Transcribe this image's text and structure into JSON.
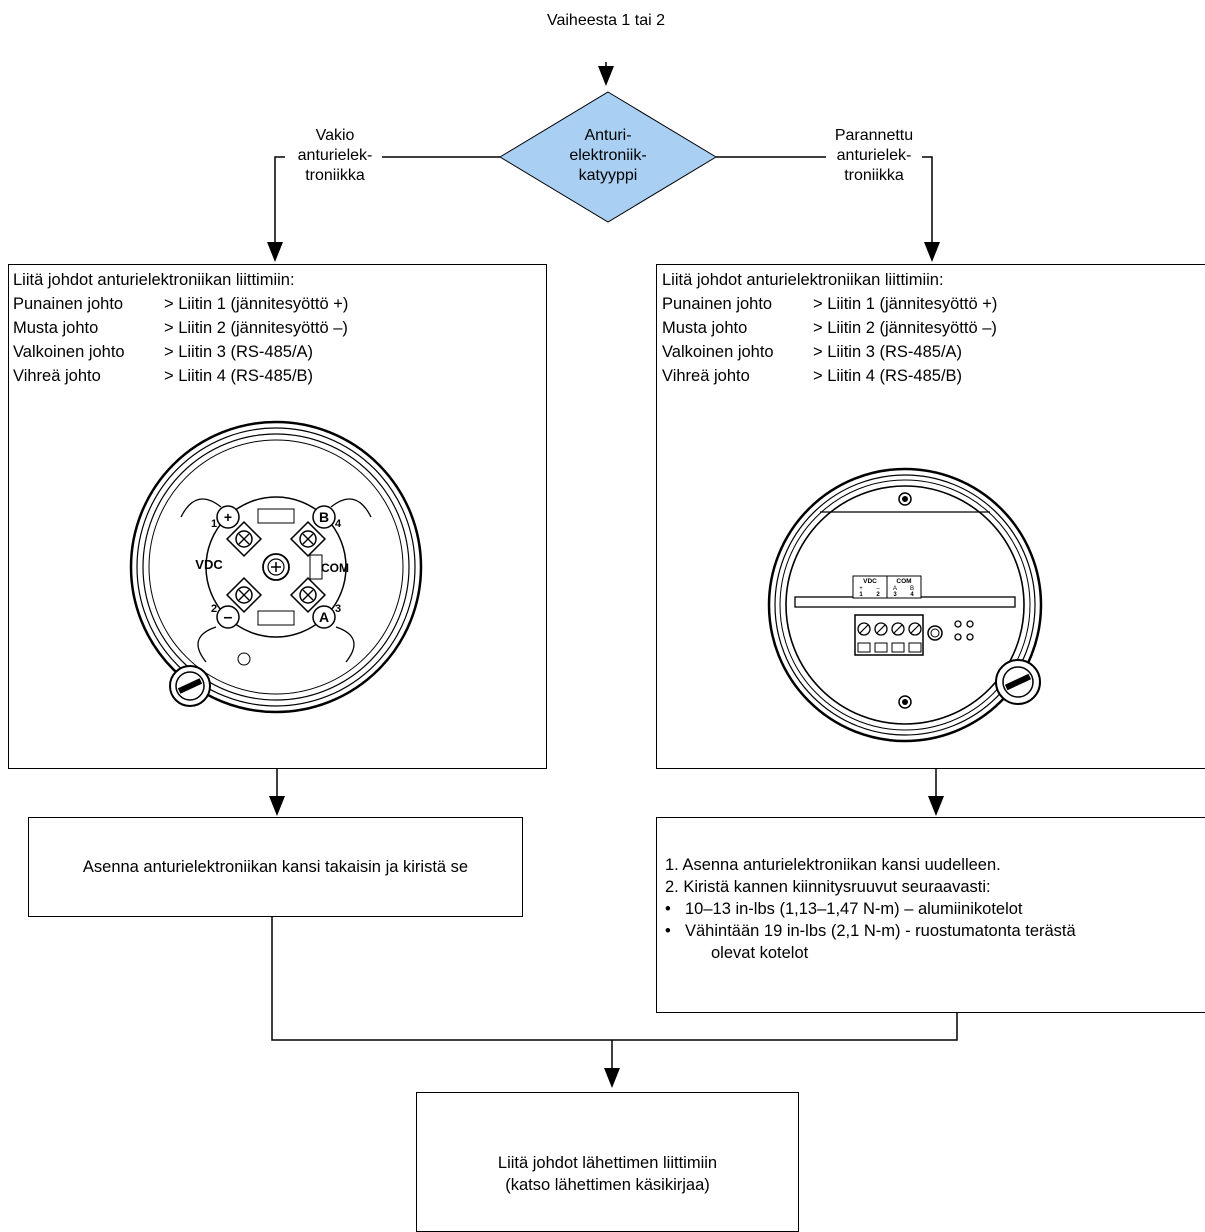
{
  "start_label": "Vaiheesta 1 tai 2",
  "decision": {
    "lines": [
      "Anturi-",
      "elektroniik-",
      "katyyppi"
    ],
    "fill": "#a9cff2"
  },
  "left_branch": {
    "label_lines": [
      "Vakio",
      "anturielek-",
      "troniikka"
    ]
  },
  "right_branch": {
    "label_lines": [
      "Parannettu",
      "anturielek-",
      "troniikka"
    ]
  },
  "wiring_box": {
    "heading": "Liitä johdot anturielektroniikan liittimiin:",
    "rows": [
      {
        "wire": "Punainen johto",
        "terminal": "> Liitin 1 (jännitesyöttö +)"
      },
      {
        "wire": "Musta johto",
        "terminal": "> Liitin 2 (jännitesyöttö –)"
      },
      {
        "wire": "Valkoinen johto",
        "terminal": "> Liitin 3 (RS-485/A)"
      },
      {
        "wire": "Vihreä johto",
        "terminal": "> Liitin 4 (RS-485/B)"
      }
    ]
  },
  "standard_device": {
    "labels": {
      "plus_term": "+",
      "minus_term": "–",
      "b_term": "B",
      "a_term": "A",
      "vdc": "VDC",
      "com": "COM",
      "n1": "1",
      "n2": "2",
      "n3": "3",
      "n4": "4"
    }
  },
  "enhanced_device": {
    "labels": {
      "vdc": "VDC",
      "com": "COM",
      "t1": "1",
      "t2": "2",
      "t3": "3",
      "t4": "4",
      "plus": "+",
      "minus": "–",
      "a": "A",
      "b": "B"
    }
  },
  "left_step": {
    "text": "Asenna anturielektroniikan kansi takaisin ja kiristä se"
  },
  "right_step": {
    "lines": [
      "1. Asenna anturielektroniikan kansi uudelleen.",
      "2. Kiristä kannen kiinnitysruuvut seuraavasti:"
    ],
    "bullets": [
      "10–13 in-lbs (1,13–1,47 N-m) – alumiinikotelot",
      "Vähintään 19 in-lbs (2,1 N-m) - ruostumatonta terästä"
    ],
    "bullet2_continuation": "olevat kotelot"
  },
  "final_step": {
    "lines": [
      "Liitä johdot lähettimen liittimiin",
      "(katso lähettimen käsikirjaa)"
    ]
  }
}
